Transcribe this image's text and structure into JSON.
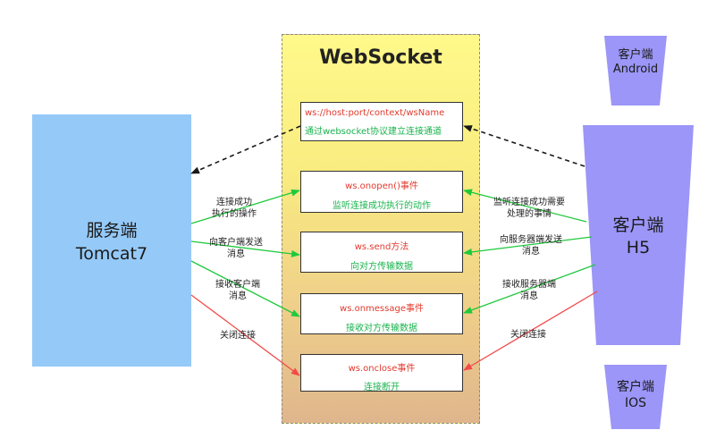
{
  "websocket": {
    "title": "WebSocket"
  },
  "server": {
    "line1": "服务端",
    "line2": "Tomcat7"
  },
  "clients": {
    "android": {
      "line1": "客户端",
      "line2": "Android"
    },
    "h5": {
      "line1": "客户端",
      "line2": "H5"
    },
    "ios": {
      "line1": "客户端",
      "line2": "IOS"
    }
  },
  "boxes": [
    {
      "title": "ws://host:port/context/wsName",
      "desc": "通过websocket协议建立连接通道"
    },
    {
      "title": "ws.onopen()事件",
      "desc": "监听连接成功执行的动作"
    },
    {
      "title": "ws.send方法",
      "desc": "向对方传输数据"
    },
    {
      "title": "ws.onmessage事件",
      "desc": "接收对方传输数据"
    },
    {
      "title": "ws.onclose事件",
      "desc": "连接断开"
    }
  ],
  "server_arrows": [
    {
      "l1": "连接成功",
      "l2": "执行的操作"
    },
    {
      "l1": "向客户端发送",
      "l2": "消息"
    },
    {
      "l1": "接收客户端",
      "l2": "消息"
    },
    {
      "l1": "关闭连接",
      "l2": ""
    }
  ],
  "client_arrows": [
    {
      "l1": "监听连接成功需要",
      "l2": "处理的事情"
    },
    {
      "l1": "向服务器端发送",
      "l2": "消息"
    },
    {
      "l1": "接收服务器端",
      "l2": "消息"
    },
    {
      "l1": "关闭连接",
      "l2": ""
    }
  ],
  "colors": {
    "green": "#1fc93c",
    "red": "#f24a4a",
    "black": "#1a1a1a",
    "client": "#9b96f7",
    "server": "#95c9f8"
  }
}
